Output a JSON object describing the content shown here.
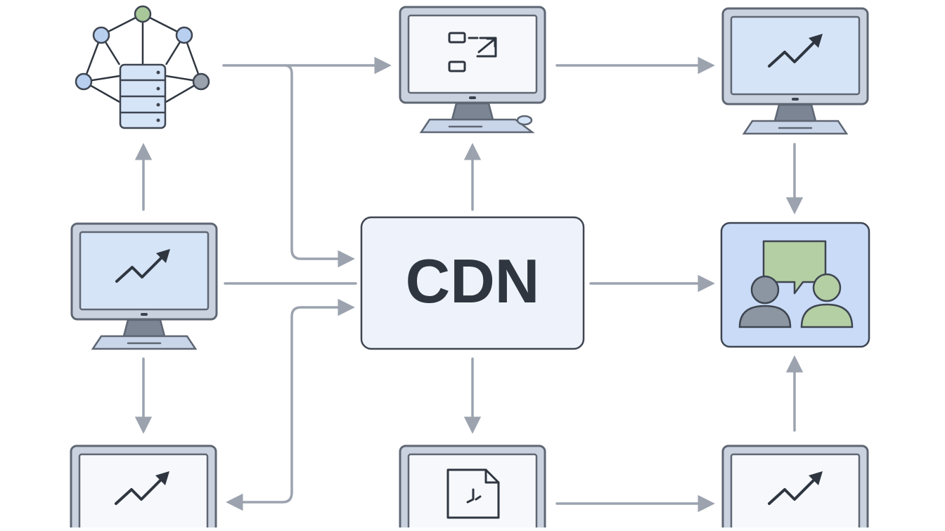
{
  "diagram": {
    "center_node": {
      "label": "CDN"
    },
    "nodes": [
      {
        "id": "database-network",
        "icon": "database-network-icon"
      },
      {
        "id": "monitor-flow",
        "icon": "monitor-flowchart-icon"
      },
      {
        "id": "monitor-chart-top-right",
        "icon": "monitor-trend-icon"
      },
      {
        "id": "monitor-chart-left",
        "icon": "monitor-trend-icon"
      },
      {
        "id": "users-chat",
        "icon": "users-chat-icon"
      },
      {
        "id": "monitor-chart-bottom-left",
        "icon": "monitor-trend-icon"
      },
      {
        "id": "monitor-document",
        "icon": "monitor-document-clock-icon"
      },
      {
        "id": "monitor-chart-bottom-right",
        "icon": "monitor-trend-icon"
      }
    ],
    "colors": {
      "screen_fill": "#cfe0f7",
      "frame": "#6b7280",
      "stroke_dark": "#2f3640",
      "arrow": "#9ca3af",
      "center_fill": "#eef3fb",
      "center_stroke": "#3e4551",
      "accent_green": "#a9c89a",
      "accent_gray": "#9aa3ad"
    }
  }
}
